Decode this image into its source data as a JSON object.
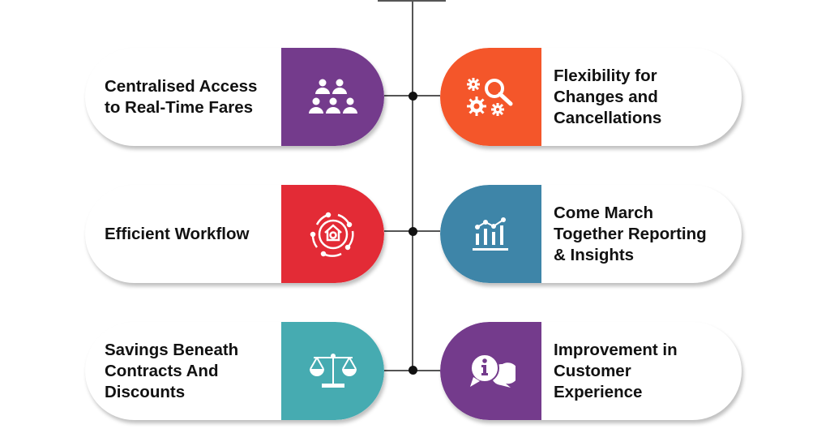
{
  "items": [
    {
      "label": "Centralised Access\nto Real-Time Fares",
      "icon": "people-group-icon",
      "color": "#743B8C"
    },
    {
      "label": "Flexibility for\nChanges and\nCancellations",
      "icon": "gears-search-icon",
      "color": "#F4562A"
    },
    {
      "label": "Efficient Workflow",
      "icon": "workflow-cycle-icon",
      "color": "#E32B36"
    },
    {
      "label": "Come March\nTogether Reporting\n& Insights",
      "icon": "bar-chart-icon",
      "color": "#3E85A8"
    },
    {
      "label": "Savings Beneath\nContracts And\nDiscounts",
      "icon": "balance-scale-icon",
      "color": "#46ABB1"
    },
    {
      "label": "Improvement in\nCustomer\nExperience",
      "icon": "info-chat-icon",
      "color": "#743B8C"
    }
  ]
}
